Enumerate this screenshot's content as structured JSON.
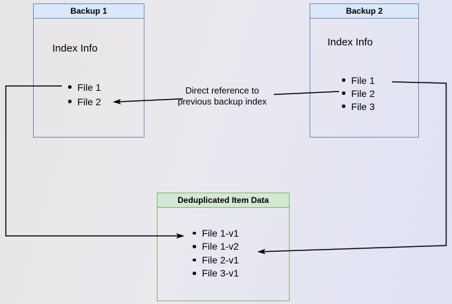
{
  "backup1": {
    "title": "Backup 1",
    "section_label": "Index Info",
    "items": [
      "File 1",
      "File 2"
    ]
  },
  "backup2": {
    "title": "Backup 2",
    "section_label": "Index Info",
    "items": [
      "File 1",
      "File 2",
      "File 3"
    ]
  },
  "dedup": {
    "title": "Deduplicated Item Data",
    "items": [
      "File 1-v1",
      "File 1-v2",
      "File 2-v1",
      "File 3-v1"
    ]
  },
  "annotation": {
    "line1": "Direct reference to",
    "line2": "previous backup index"
  },
  "colors": {
    "blue_border": "#6c8ebf",
    "blue_header_fill": "#dae8fc",
    "green_border": "#82b366",
    "green_header_fill": "#d5e8d4",
    "arrow": "#000000",
    "text": "#000000"
  }
}
